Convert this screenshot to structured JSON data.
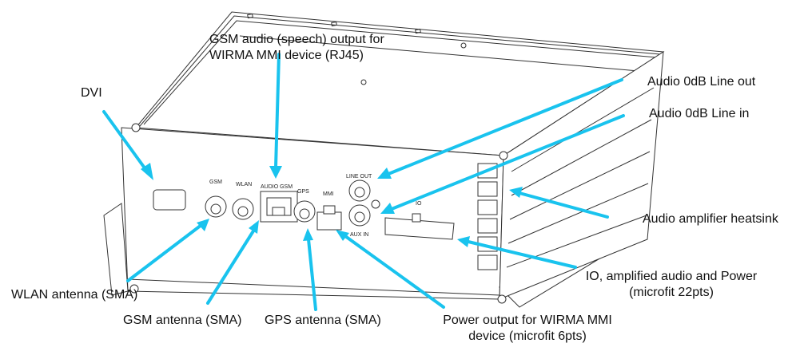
{
  "diagram": {
    "accent_color": "#19c3ee",
    "labels": {
      "gsm_audio": [
        "GSM audio (speech) output for",
        "WIRMA MMI device (RJ45)"
      ],
      "dvi": "DVI",
      "line_out": "Audio 0dB Line out",
      "line_in": "Audio 0dB Line in",
      "heatsink": "Audio amplifier heatsink",
      "io": [
        "IO, amplified audio and Power",
        "(microfit 22pts)"
      ],
      "wlan": "WLAN antenna (SMA)",
      "gsm_antenna": "GSM antenna (SMA)",
      "gps_antenna": "GPS antenna (SMA)",
      "power_mmi": [
        "Power output for WIRMA MMI",
        "device (microfit 6pts)"
      ]
    },
    "panel_markings": {
      "gsm": "GSM",
      "wlan": "WLAN",
      "audio_gsm": "AUDIO  GSM",
      "gps": "GPS",
      "mmi": "MMI",
      "line_out": "LINE  OUT",
      "aux_in": "AUX  IN",
      "io": "IO"
    }
  }
}
